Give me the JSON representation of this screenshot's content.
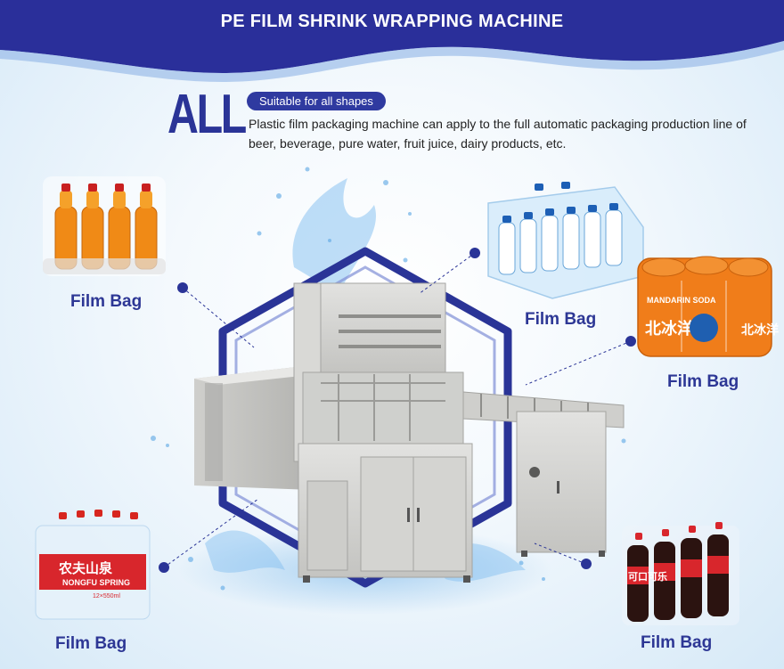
{
  "header": {
    "title": "PE FILM SHRINK WRAPPING MACHINE",
    "wave_color": "#2a2f9a"
  },
  "intro": {
    "big_word": "ALL",
    "badge": "Suitable for all shapes",
    "description": "Plastic film packaging machine can apply to the full automatic packaging production line of beer, beverage, pure water, fruit juice, dairy products, etc."
  },
  "products": [
    {
      "name": "orange-juice-pack",
      "label": "Film Bag"
    },
    {
      "name": "water-bottle-pack",
      "label": "Film Bag"
    },
    {
      "name": "soda-can-pack",
      "label": "Film Bag"
    },
    {
      "name": "spring-water-pack",
      "label": "Film Bag"
    },
    {
      "name": "cola-pack",
      "label": "Film Bag"
    }
  ],
  "packaging_text": {
    "can_brand": "MANDARIN SODA",
    "can_script": "北冰洋",
    "water_brand": "农夫山泉",
    "water_brand_en": "NONGFU SPRING",
    "water_volume": "12×550ml",
    "cola_script": "可口可乐"
  },
  "colors": {
    "accent": "#2a3497",
    "label": "#2d3795",
    "orange": "#f07d1a",
    "red": "#d8262c"
  }
}
